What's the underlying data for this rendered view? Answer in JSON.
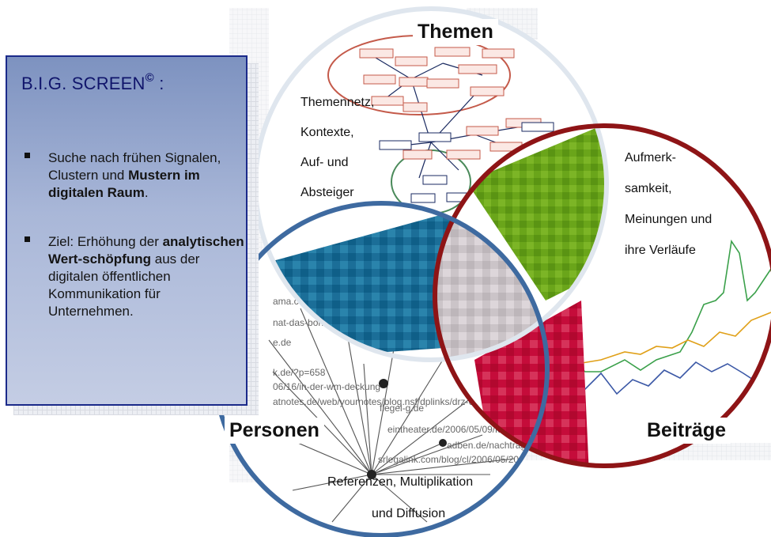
{
  "panel": {
    "title": "B.I.G. SCREEN",
    "title_mark": "©",
    "title_suffix": " :",
    "bullet1": {
      "part1": "Suche nach frühen Signalen, Clustern und ",
      "bold": "Mustern im digitalen Raum",
      "part2": "."
    },
    "bullet2": {
      "part1": "Ziel: Erhöhung der ",
      "bold": "analytischen Wert-schöpfung",
      "part2": " aus der digitalen öffentlichen Kommunikation für Unternehmen."
    }
  },
  "circles": {
    "themen": {
      "label": "Themen",
      "text": [
        "Themennetz,",
        "Kontexte,",
        "Auf- und",
        "Absteiger"
      ],
      "color": "#dfe6ee"
    },
    "beitraege": {
      "label": "Beiträge",
      "text": [
        "Aufmerk-",
        "samkeit,",
        "Meinungen und",
        "ihre Verläufe"
      ],
      "color": "#8e1416"
    },
    "personen": {
      "label": "Personen",
      "text": [
        "Referenzen, Multiplikation",
        "und Diffusion"
      ],
      "color": "#3e6aa0"
    }
  },
  "colors": {
    "panel_border": "#1b2a8a",
    "panel_title": "#10156b",
    "green_sector": "#6aa51a",
    "blue_sector": "#1b6e98",
    "red_sector": "#c50c3a",
    "center_sector": "#c9c3c6"
  }
}
